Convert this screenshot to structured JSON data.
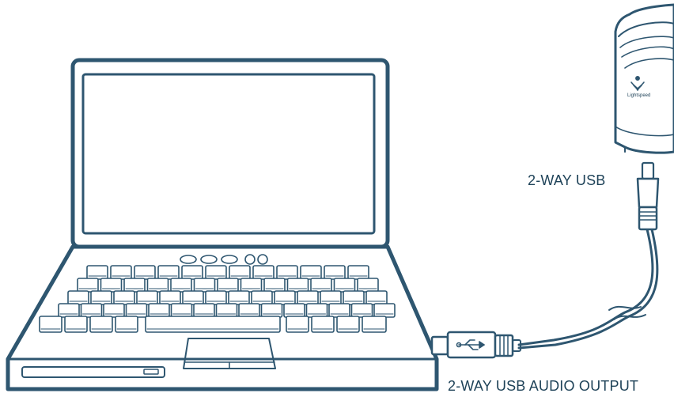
{
  "labels": {
    "usb": "2-WAY USB",
    "output": "2-WAY USB AUDIO OUTPUT"
  },
  "device": {
    "brand": "Lightspeed"
  },
  "colors": {
    "stroke": "#2e5670",
    "fill": "#ffffff",
    "text": "#1e4258"
  },
  "icons": [
    "laptop-icon",
    "keyboard-icon",
    "trackpad-icon",
    "usb-symbol-icon",
    "recorder-device-icon",
    "usb-connector-icon"
  ]
}
